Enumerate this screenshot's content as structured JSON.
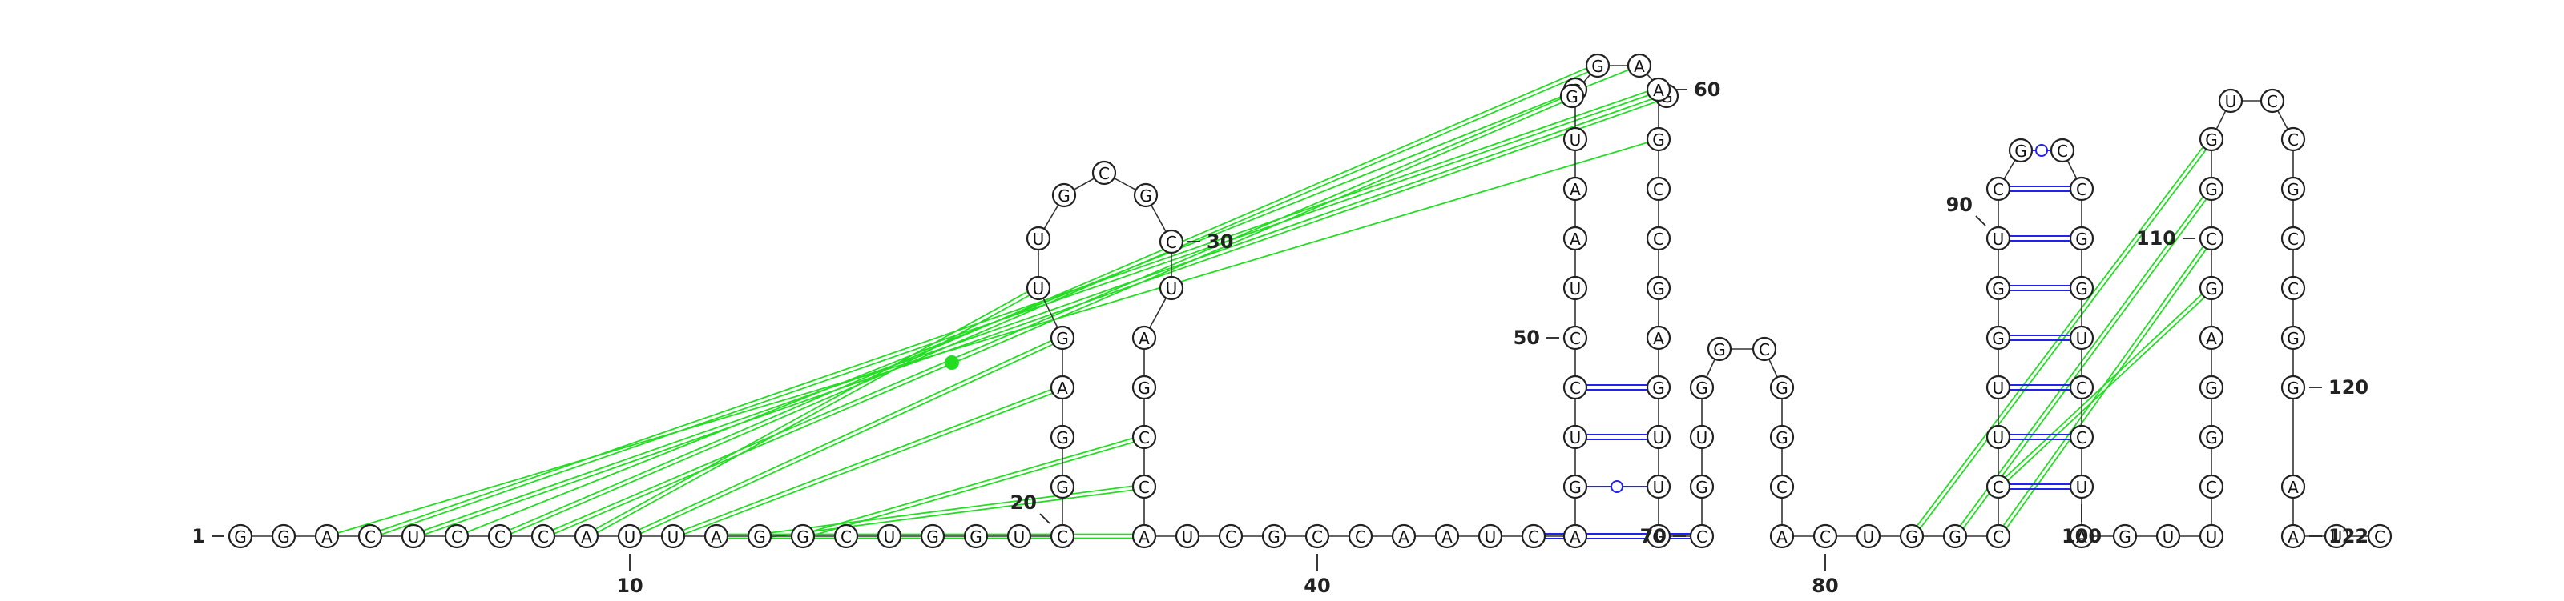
{
  "sequence": "GGACUCCCAUUAGGCUGGUCGGAGUUGCGCUAGCCAUCGCCAAUCAGUCCUAAUGGGAGAGCCGAGUUGCGUGGCGGCACUGGCCUUGGUCGCCGGUCCUAGUUCGGAGCGGUCCGCCGGAAUC",
  "length": 122,
  "colors": {
    "backbone": "#333333",
    "pair": "#2222ee",
    "pseudoknot": "#22dd22",
    "marker": "#22dd22"
  },
  "position_labels": [
    {
      "n": 1,
      "text": "1",
      "side": "left"
    },
    {
      "n": 10,
      "text": "10",
      "side": "below"
    },
    {
      "n": 20,
      "text": "20",
      "side": "upper-left"
    },
    {
      "n": 30,
      "text": "30",
      "side": "right"
    },
    {
      "n": 40,
      "text": "40",
      "side": "below"
    },
    {
      "n": 50,
      "text": "50",
      "side": "left"
    },
    {
      "n": 60,
      "text": "60",
      "side": "right"
    },
    {
      "n": 70,
      "text": "70",
      "side": "left"
    },
    {
      "n": 80,
      "text": "80",
      "side": "below"
    },
    {
      "n": 90,
      "text": "90",
      "side": "upper-left"
    },
    {
      "n": 100,
      "text": "100",
      "side": "below"
    },
    {
      "n": 110,
      "text": "110",
      "side": "left"
    },
    {
      "n": 120,
      "text": "120",
      "side": "right"
    },
    {
      "n": 122,
      "text": "122",
      "side": "right"
    }
  ],
  "base_pairs": [
    [
      20,
      32,
      "wc"
    ],
    [
      21,
      31,
      "wc"
    ],
    [
      22,
      30,
      "wc"
    ],
    [
      23,
      29,
      "wc"
    ],
    [
      41,
      74,
      "wc"
    ],
    [
      42,
      73,
      "wc"
    ],
    [
      43,
      72,
      "wc"
    ],
    [
      44,
      71,
      "gu"
    ],
    [
      45,
      70,
      "wc"
    ],
    [
      46,
      69,
      "wc"
    ],
    [
      47,
      68,
      "gu"
    ],
    [
      48,
      67,
      "wc"
    ],
    [
      49,
      66,
      "wc"
    ],
    [
      74,
      81,
      "wc"
    ],
    [
      75,
      80,
      "wc"
    ],
    [
      76,
      79,
      "gu"
    ],
    [
      85,
      100,
      "wc"
    ],
    [
      86,
      99,
      "wc"
    ],
    [
      87,
      98,
      "wc"
    ],
    [
      88,
      97,
      "wc"
    ],
    [
      89,
      96,
      "wc"
    ],
    [
      90,
      95,
      "wc"
    ],
    [
      91,
      94,
      "wc"
    ],
    [
      92,
      93,
      "gu"
    ],
    [
      104,
      121,
      "wc"
    ],
    [
      105,
      120,
      "wc"
    ],
    [
      106,
      119,
      "gu"
    ],
    [
      107,
      118,
      "wc"
    ],
    [
      108,
      117,
      "wc"
    ],
    [
      109,
      116,
      "wc"
    ],
    [
      110,
      115,
      "wc"
    ],
    [
      111,
      114,
      "gu"
    ],
    [
      112,
      113,
      "gu"
    ]
  ],
  "pseudoknots": [
    [
      3,
      61,
      "single"
    ],
    [
      4,
      60,
      "double"
    ],
    [
      5,
      59,
      "double"
    ],
    [
      6,
      58,
      "single"
    ],
    [
      7,
      57,
      "double"
    ],
    [
      8,
      56,
      "double"
    ],
    [
      9,
      25,
      "double"
    ],
    [
      10,
      24,
      "double"
    ],
    [
      11,
      23,
      "double"
    ],
    [
      12,
      36,
      "double"
    ],
    [
      13,
      35,
      "double"
    ],
    [
      14,
      34,
      "double"
    ],
    [
      82,
      112,
      "double"
    ],
    [
      83,
      111,
      "double"
    ],
    [
      84,
      110,
      "double"
    ],
    [
      85,
      109,
      "double"
    ]
  ]
}
